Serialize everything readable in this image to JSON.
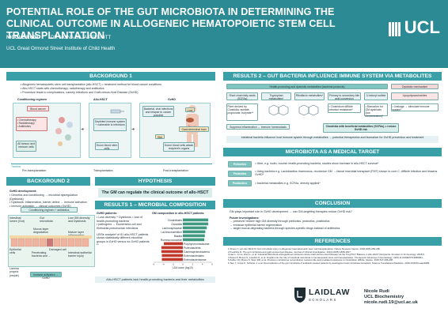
{
  "header": {
    "title": "POTENTIAL ROLE OF THE GUT MICROBIOTA IN DETERMINING THE CLINICAL OUTCOME IN ALLOGENEIC HEMATOPOIETIC STEM CELL TRANSPLANTATION",
    "author": "NICOLE RUDI",
    "supervisor": "DR MONA BAJAJ-ELLIOTT",
    "institution": "UCL Great Ormond Street Institute of Child Health",
    "logo": "UCL"
  },
  "background1": {
    "heading": "BACKGROUND 1",
    "bullets": [
      "Allogeneic hematopoietic stem cell transplantation (allo-HSCT) = treatment method for blood cancer conditions",
      "Allo-HSCT starts with chemotherapy, radiotherapy and antibiotics",
      "Procedure leads to complications, namely infections and Graft-versus-Host Disease (GvHD)"
    ],
    "col_labels": [
      "Conditioning regimen",
      "Allo-HSCT",
      "GvHD"
    ],
    "nodes": {
      "blood_cancer": "Blood cancer",
      "treatments": "• Chemotherapy\n• Radiotherapy\n• Antibiotics",
      "all_tumour": "All tumour and immune cells",
      "depleted": "Depleted immune system + vulnerable to infections",
      "donor_stem": "Donor blood stem cells",
      "bacterial": "Bacterial, viral infections and relapse to cancer possible",
      "liver": "Liver",
      "gi_tract": "Gastrointestinal tract",
      "skin": "Skin",
      "donor_tcells": "Donor blood cells attack recipient's organs"
    },
    "timeline": [
      "Pre-transplantation",
      "Transplantation",
      "Post-transplantation"
    ],
    "timeline_axis": "Timeline"
  },
  "background2": {
    "heading": "BACKGROUND 2",
    "gvhd_dev_title": "GvHD development:",
    "bullets": [
      "Genetics and conditioning → microbial dysregulation (Dysbiosis)",
      "Dysbiosis: Inflammation, barrier defect → immune activation",
      "Immune activation → clinical outcomes (GvHD)"
    ],
    "conditioning": "Conditioning regimen + antibiotics",
    "labels": {
      "intestinal_lumen": "Intestinal lumen (Gut)",
      "gut_microbiota": "Gut microbiota",
      "mucus": "Mucus layer degradation",
      "low_diversity": "Low GM diversity and Dysbiosis",
      "mature_layer": "Mature layer inflammation",
      "epithelial": "Epithelial cells",
      "penetrating": "Penetrating bacteria and ...",
      "damaged": "Damaged cell",
      "barrier": "Intestinal epithelial barrier injury",
      "lamina": "Lamina propria (inside)",
      "immune": "Immune activation",
      "gvhd": "GvHD"
    }
  },
  "hypothesis": {
    "heading": "HYPOTHESIS",
    "text": "The GM can regulate the clinical outcome of allo-HSCT"
  },
  "results1": {
    "heading": "RESULTS 1 – MICROBIAL COMPOSITION",
    "gvhd_patients": "GvHD patients:",
    "bullets": [
      "Loss diversity + Dysbiosis = loss of health-promoting bacteria",
      "pathogens → Escherichia coli and Klebsiella pneumoniae infections"
    ],
    "lefse_text": "LEfSe analysis* of 81 allo-HSCT patients shows statistically different microbial groups in GvHD versus no-GvHD patients **",
    "chart_title": "GM composition in allo-HSCT patients:",
    "footer": "Allo-HSCT patients lack health-promoting bacteria and their metabolites"
  },
  "chart_data": {
    "type": "bar",
    "title": "GM composition in allo-HSCT patients:",
    "xlabel": "LDA score (log10)",
    "ylabel": "",
    "categories": [
      "Clostridiales",
      "Clostridia",
      "Lachnospiraceae",
      "Lachnoclostridium",
      "Blautia",
      "Ruminococcaceae",
      "Porphyromonadaceae",
      "Proteobacteria",
      "Gammaproteobacteria",
      "Enterobacteriales",
      "Enterobacteriaceae"
    ],
    "values": [
      5.2,
      5.2,
      4.9,
      4.6,
      4.5,
      4.4,
      -3.9,
      -4.4,
      -4.4,
      -4.3,
      -4.3
    ],
    "xlim": [
      -6,
      6
    ],
    "ticks": [
      "-6",
      "-4",
      "-2",
      "0",
      "2",
      "4",
      "6"
    ],
    "colors": {
      "positive": "#3f9a7f",
      "negative": "#c0392b"
    }
  },
  "results2": {
    "heading": "RESULTS 2 – GUT BACTERIA INFLUENCE IMMUNE SYSTEM VIA METABOLITES",
    "top_bar": "Health-promoting and dysbiotic metabolites (bacterial products)",
    "dysbiotic": "Dysbiotic mechanism",
    "cols": [
      "Short chain fatty acids (SCFAs)",
      "Tryptophan metabolites*",
      "Riboflavin metabolites*",
      "Primary to secondary bile acid conversion",
      "3-Indoxyl sulfate",
      "Lipopolysaccharides"
    ],
    "row2": [
      "Fibre derived by Clostridia: acetate, propionate, butyrate**",
      "",
      "",
      "• Clostridium difficile infection resistance*",
      "• Biomarker for GM dysbiosis (low concentration)*",
      "• Leakage → stimulate immune system*"
    ],
    "suppress": "Suppress inflammation → immune homeostasis",
    "clostridia_box": "Clostridia with beneficial metabolites (SCFAs) = reduce GvHD risk",
    "footer": "Intestinal bacteria influence host immune system through metabolites → potential therapeutics and biomarker for GvHD prevention and treatment"
  },
  "target": {
    "heading": "MICROBIOTA AS A MEDICAL TARGET",
    "rows": [
      {
        "label": "Prebiotics",
        "text": "= fibre, e.g. inulin, nourish health-promoting bacteria, studies show increase in allo-HSCT survival*"
      },
      {
        "label": "Probiotics",
        "text": "= living bacteria e.g. Lactobacillus rhamnosus, recolonise GM → faecal microbial transplant (FMT) shown to cure C. difficile infection and lessens GvHD*"
      },
      {
        "label": "Postbiotics",
        "text": "= bacterial metabolites e.g. SCFAs, directly applied*"
      }
    ]
  },
  "conclusion": {
    "heading": "CONCLUSION",
    "line1": "GM plays important role in GvHD development → can GM-targeting therapies reduce GvHD risk?",
    "future_title": "Future investigations:",
    "future": [
      "preserve/ restore high GM diversity through prebiotics, probiotics, postbiotics",
      "enhance epithelial barrier regeneration",
      "target mucus-degrading bacteria through species-specific drugs instead of antibiotics"
    ]
  },
  "references": {
    "heading": "REFERENCES",
    "items": [
      "1 Shono Y, van den Brink M. Gut microbiota injury in allogeneic haematopoietic stem cell transplantation. Nature Reviews Cancer. 2018;18(5):283-295.",
      "2 Fredricks D. The gut microbiota and graft-versus-host disease. Journal of Clinical Investigation. 2019;129(5):1808-1817.",
      "3 Han L, Jin H, Zhou L, et al. Intestinal Microbiota at Engraftment Influence Acute Graft-Versus-Host Disease via the Treg/Th17 Balance in Allo-HSCT Recipients. Frontiers in Immunology. 2018;9.",
      "4 Zama D, Bossù G, Leardini D, et al. Insights into the role of intestinal microbiota in hematopoietic stem-cell transplantation. Therapeutic Advances in Hematology. 2020;11:2040620719896961.",
      "5 Zeiffer CD, Bruno D, Stein RR, et al. Precision microbiome reconstitution restores bile acid mediated resistance to Clostridium difficile. Nature. 2015;517:205-208.",
      "6 Taur Y, Coyte K, Schluter J, et al. Reconstitution of the gut microbiota of antibiotic-treated patients by autologous fecal microbiota transplant. Science Translational Medicine. 2018;10(460):eaap9489."
    ]
  },
  "sponsor": {
    "name": "LAIDLAW",
    "sub": "SCHOLARS"
  },
  "contact": {
    "name": "Nicole Rudi",
    "degree": "UCL Biochemistry",
    "email": "nicole.rudi.19@ucl.ac.uk"
  },
  "colors": {
    "header": "#2b8a93",
    "section": "#3aa0a8",
    "accent": "#7fc6c0",
    "alert": "#c0392b"
  }
}
